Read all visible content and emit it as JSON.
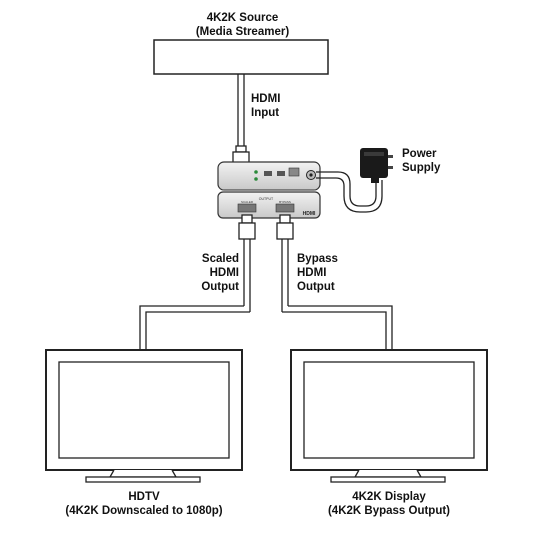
{
  "source": {
    "line1": "4K2K Source",
    "line2": "(Media Streamer)"
  },
  "hdmi_input": {
    "line1": "HDMI",
    "line2": "Input"
  },
  "power_supply": {
    "line1": "Power",
    "line2": "Supply"
  },
  "scaled_output": {
    "line1": "Scaled",
    "line2": "HDMI",
    "line3": "Output"
  },
  "bypass_output": {
    "line1": "Bypass",
    "line2": "HDMI",
    "line3": "Output"
  },
  "hdtv": {
    "line1": "HDTV",
    "line2": "(4K2K Downscaled to 1080p)"
  },
  "display_4k2k": {
    "line1": "4K2K Display",
    "line2": "(4K2K Bypass Output)"
  },
  "device": {
    "output_label": "OUTPUT",
    "port_scaler": "SCALER",
    "port_bypass": "BYPASS",
    "logo_text": "HDMI"
  },
  "colors": {
    "line": "#222222",
    "device_body": "#dcdcdc",
    "screen": "#ffffff"
  }
}
